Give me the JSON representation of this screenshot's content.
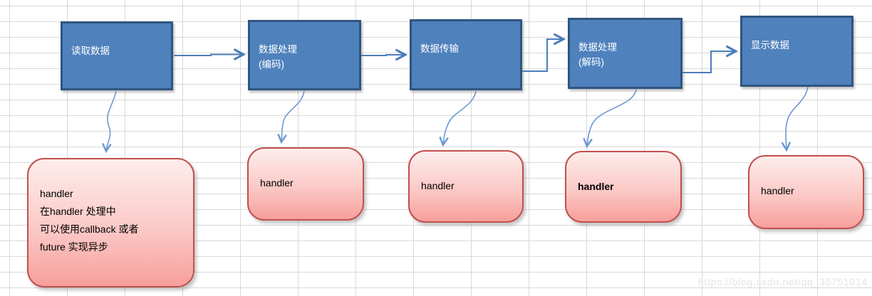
{
  "diagram": {
    "flow_nodes": [
      {
        "id": "read-data",
        "label": "读取数据"
      },
      {
        "id": "process-encode",
        "label": "数据处理\n(编码)"
      },
      {
        "id": "transmit-data",
        "label": "数据传输"
      },
      {
        "id": "process-decode",
        "label": "数据处理\n(解码)"
      },
      {
        "id": "display-data",
        "label": "显示数据"
      }
    ],
    "handler_notes": [
      {
        "id": "note-read",
        "text": "handler\n在handler 处理中\n可以使用callback 或者\nfuture 实现异步",
        "bold": false
      },
      {
        "id": "note-encode",
        "text": "handler",
        "bold": false
      },
      {
        "id": "note-transmit",
        "text": "handler",
        "bold": false
      },
      {
        "id": "note-decode",
        "text": "handler",
        "bold": true
      },
      {
        "id": "note-display",
        "text": "handler",
        "bold": false
      }
    ],
    "colors": {
      "node_fill": "#4F81BD",
      "node_border": "#2F5580",
      "note_border": "#C0504D",
      "note_gradient_top": "#FDEDEC",
      "note_gradient_bottom": "#F79F9B",
      "connector": "#4A7CBB",
      "curved_arrow": "#6C98D2",
      "grid_line": "#D9D9D9"
    }
  },
  "watermark": {
    "text": "https://blog.csdn.net/qq_35751014"
  }
}
